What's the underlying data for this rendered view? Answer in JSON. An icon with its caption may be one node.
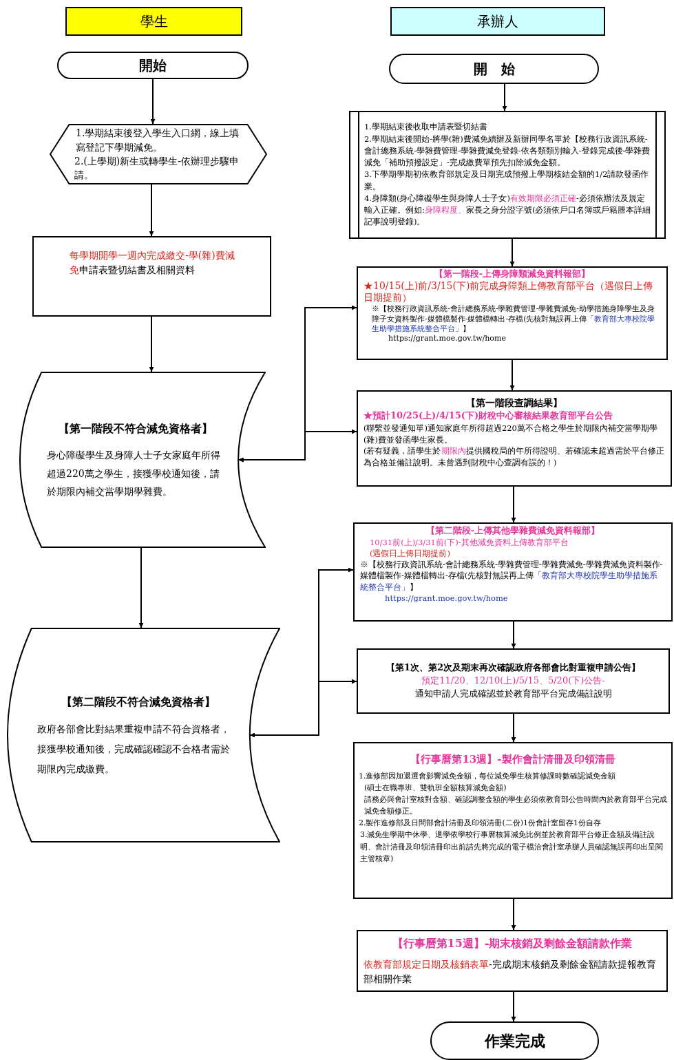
{
  "diagram": {
    "nodes": [
      {
        "text": [
          "學生"
        ]
      },
      {
        "text": [
          "承辦人"
        ]
      },
      {
        "text": [
          "開始"
        ]
      },
      {
        "text": [
          "1.學期結束後登入學生入口網，線上填寫登記下學期減免。",
          "2.(上學期)新生或轉學生-依辦理步驟申請。"
        ]
      },
      {
        "text": [
          "每學期開學一週內完成繳交-學(雜)費減免",
          "申請表暨切結書及相關資料"
        ]
      },
      {
        "text": [
          "【第一階段不符合減免資格者】",
          "身心障礙學生及身障人士子女家庭年所得超過220萬之學生，接獲學校通知後，請於期限內補交當學期學雜費。"
        ]
      },
      {
        "text": [
          "【第二階段不符合減免資格者】",
          "政府各部會比對結果重複申請不符合資格者，接獲學校通知後，完成確認確認不合格者需於期限內完成繳費。"
        ]
      },
      {
        "text": [
          "開　始"
        ]
      },
      {
        "text": [
          "1.學期結束後收取申請表暨切結書",
          "2.學期結束後開始-將學(雜)費減免續辦及新辦同學名單於【校務行政資訊系統-會計總務系統-學雜費管理-學雜費減免登錄-依各類類別輸入-登錄完成後-學雜費減免「補助預撥設定」-完成繳費單預先扣除減免金額。",
          "3.下學期學期初依教育部規定及日期完成預撥上學期核結金額的1/2請款發函作業。",
          "4.身障類(身心障礙學生與身障人士子女)",
          "有效期限必須正確",
          "-必須依辦法及規定輸入正確。例如:",
          "身障程度、",
          "家長之身分證字號(必須依戶口名簿或戶籍謄本詳細記事說明登錄)。"
        ]
      },
      {
        "text": [
          "【第一階段-上傳身障類減免資料報部】",
          "★10/15(上)前/3/15(下)前完成身障類上傳教育部平台（遇假日上傳日期提前）",
          "※【校務行政資訊系統-會計總務系統-學雜費管理-學雜費減免-助學措施身障學生及身障子女資料製作-媒體檔製作-媒體檔轉出-存檔(先核對無誤再上傳",
          "「教育部大專校院學生助學措施系統整合平台」",
          "】",
          "https://grant.moe.gov.tw/home"
        ]
      },
      {
        "text": [
          "【第一階段查調結果】",
          "★預計10/25(上)/4/15(下)財稅中心審核結果教育部平台公告",
          "(聯繫並發通知單)",
          "通知家庭年所得超過220萬不合格之學生於期限內補交當學期學(雜)費並發函學生家長。",
          "(若有疑義，請學生於",
          "期限內",
          "提供國稅局的年所得證明、若確認未超過需於平台修正為合格並備註說明。未曾遇到財稅中心查調有誤的！)"
        ]
      },
      {
        "text": [
          "【第二階段-上傳其他學雜費減免資料報部】",
          "10/31前(上)/3/31前(下)-其他減免資料上傳教育部平台",
          "(遇假日上傳日期提前)",
          "※【校務行政資訊系統-會計總務系統-學雜費管理-學雜費減免-學雜費減免資料製作-媒體檔製作-媒體檔轉出-存檔(先核對無誤再上傳",
          "「教育部大專校院學生助學措施系統整合平台」",
          "】",
          "https://grant.moe.gov.tw/home"
        ]
      },
      {
        "text": [
          "【第1次、第2次及期末再次確認政府各部會比對重複申請公告】",
          "預定11/20、12/10(上)/5/15、5/20(下)公告-",
          "通知申請人完成確認並於教育部平台完成備註說明"
        ]
      },
      {
        "text": [
          "【行事曆第13週】-製作會計清冊及印領清冊",
          "1.進修部因加退選會影響減免金額，每位減免學生核算修課時數確認減免金額",
          "(碩士在職專班、雙軌班全額核算減免金額)",
          "請務必與會計室核對金額、確認調整金額的學生必須依教育部公告時間內於教育部平台完成減免金額修正。",
          "2.製作進修部及日間部會計清冊及印領清冊(二份)1份會計室留存1份自存",
          "3.減免生學期中休學、退學依學校行事曆核算減免比例並於教育部平台修正金額及備註說明、會計清冊及印領清冊印出前請先將完成的電子檔洽會計室承辦人員確認無誤再印出呈閱主管核章)"
        ]
      },
      {
        "text": [
          "【行事曆第15週】-期末核銷及剩餘金額請款作業",
          "依教育部規定日期及核銷表單",
          "-完成期末核銷及剩餘金額請款提報教育部相關作業"
        ]
      },
      {
        "text": [
          "作業完成"
        ]
      }
    ],
    "edges": [
      {
        "from": 2,
        "to": 3,
        "arrow": "to"
      },
      {
        "from": 3,
        "to": 4,
        "arrow": "to"
      },
      {
        "from": 4,
        "to": 5,
        "arrow": "to"
      },
      {
        "from": 5,
        "to": 6,
        "arrow": "to"
      },
      {
        "from": 7,
        "to": 8,
        "arrow": "to"
      },
      {
        "from": 8,
        "to": 9,
        "arrow": "to"
      },
      {
        "from": 9,
        "to": 10,
        "arrow": "to"
      },
      {
        "from": 10,
        "to": 11,
        "arrow": "to"
      },
      {
        "from": 11,
        "to": 12,
        "arrow": "to"
      },
      {
        "from": 12,
        "to": 13,
        "arrow": "to"
      },
      {
        "from": 13,
        "to": 14,
        "arrow": "to"
      },
      {
        "from": 14,
        "to": 15,
        "arrow": "to"
      },
      {
        "from": 9,
        "to": 5,
        "arrow": "both"
      },
      {
        "from": 10,
        "to": 5,
        "arrow": "both"
      },
      {
        "from": 11,
        "to": 6,
        "arrow": "both"
      },
      {
        "from": 12,
        "to": 6,
        "arrow": "both"
      }
    ]
  }
}
